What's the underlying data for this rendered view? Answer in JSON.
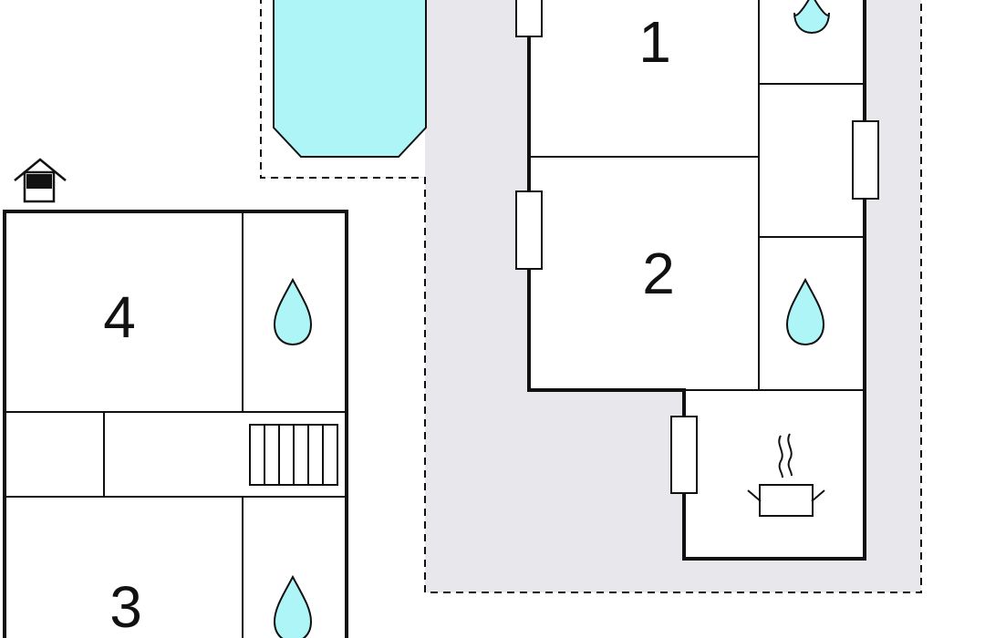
{
  "colors": {
    "wall": "#111111",
    "terrace": "#e8e8ec",
    "pool": "#aef5f8",
    "water_drop": "#aef5f8",
    "background": "#ffffff"
  },
  "rooms": {
    "room_1": "1",
    "room_2": "2",
    "room_3": "3",
    "room_4": "4"
  },
  "icons": [
    "pool",
    "house-icon",
    "water-drop-icon",
    "stairs-icon",
    "cooking-pot-icon",
    "window-icon"
  ]
}
